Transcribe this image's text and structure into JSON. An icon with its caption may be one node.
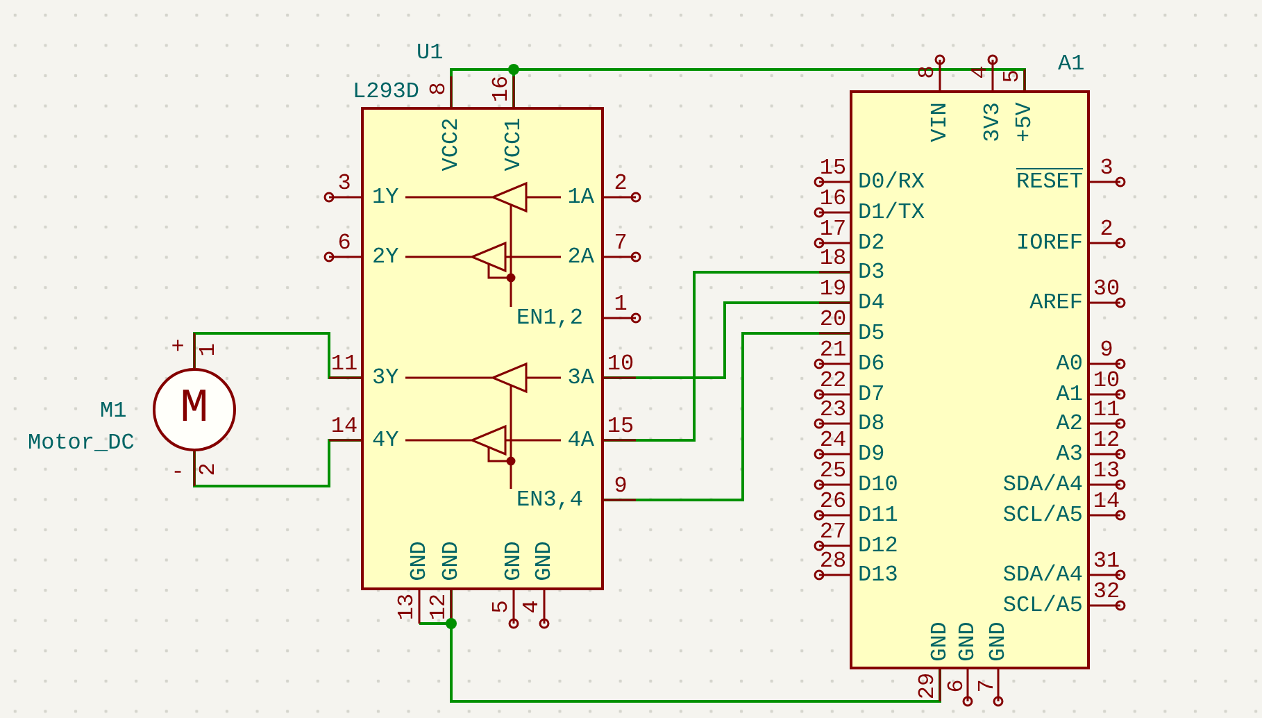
{
  "diagram": {
    "nodes": [
      {
        "text": [
          "U1",
          "L293D"
        ]
      },
      {
        "text": [
          "M"
        ],
        "beside": [
          "M1",
          "Motor_DC"
        ]
      },
      {
        "text": [
          "A1"
        ]
      }
    ],
    "edges": [
      {
        "from": 0,
        "to": 2,
        "arrow": "none"
      },
      {
        "from": 1,
        "to": 0,
        "arrow": "none"
      },
      {
        "from": 1,
        "to": 0,
        "arrow": "none"
      },
      {
        "from": 0,
        "to": 2,
        "arrow": "none"
      },
      {
        "from": 0,
        "to": 2,
        "arrow": "none"
      },
      {
        "from": 0,
        "to": 2,
        "arrow": "none"
      },
      {
        "from": 0,
        "to": 2,
        "arrow": "none"
      }
    ],
    "labels": [
      "8",
      "16",
      "VCC2",
      "VCC1",
      "3",
      "1Y",
      "1A",
      "2",
      "6",
      "2Y",
      "2A",
      "7",
      "EN1,2",
      "1",
      "11",
      "3Y",
      "3A",
      "10",
      "14",
      "4Y",
      "4A",
      "15",
      "EN3,4",
      "9",
      "GND",
      "GND",
      "GND",
      "GND",
      "13",
      "12",
      "5",
      "4",
      "+",
      "1",
      "-",
      "2",
      "8",
      "VIN",
      "4",
      "3V3",
      "5",
      "+5V",
      "15",
      "D0/RX",
      "RESET",
      "3",
      "16",
      "D1/TX",
      "17",
      "D2",
      "IOREF",
      "2",
      "18",
      "D3",
      "19",
      "D4",
      "AREF",
      "30",
      "20",
      "D5",
      "21",
      "D6",
      "A0",
      "9",
      "22",
      "D7",
      "A1",
      "10",
      "23",
      "D8",
      "A2",
      "11",
      "24",
      "D9",
      "A3",
      "12",
      "25",
      "D10",
      "SDA/A4",
      "13",
      "26",
      "D11",
      "SCL/A5",
      "14",
      "27",
      "D12",
      "28",
      "D13",
      "SDA/A4",
      "31",
      "SCL/A5",
      "32",
      "GND",
      "GND",
      "GND",
      "29",
      "6",
      "7"
    ]
  }
}
